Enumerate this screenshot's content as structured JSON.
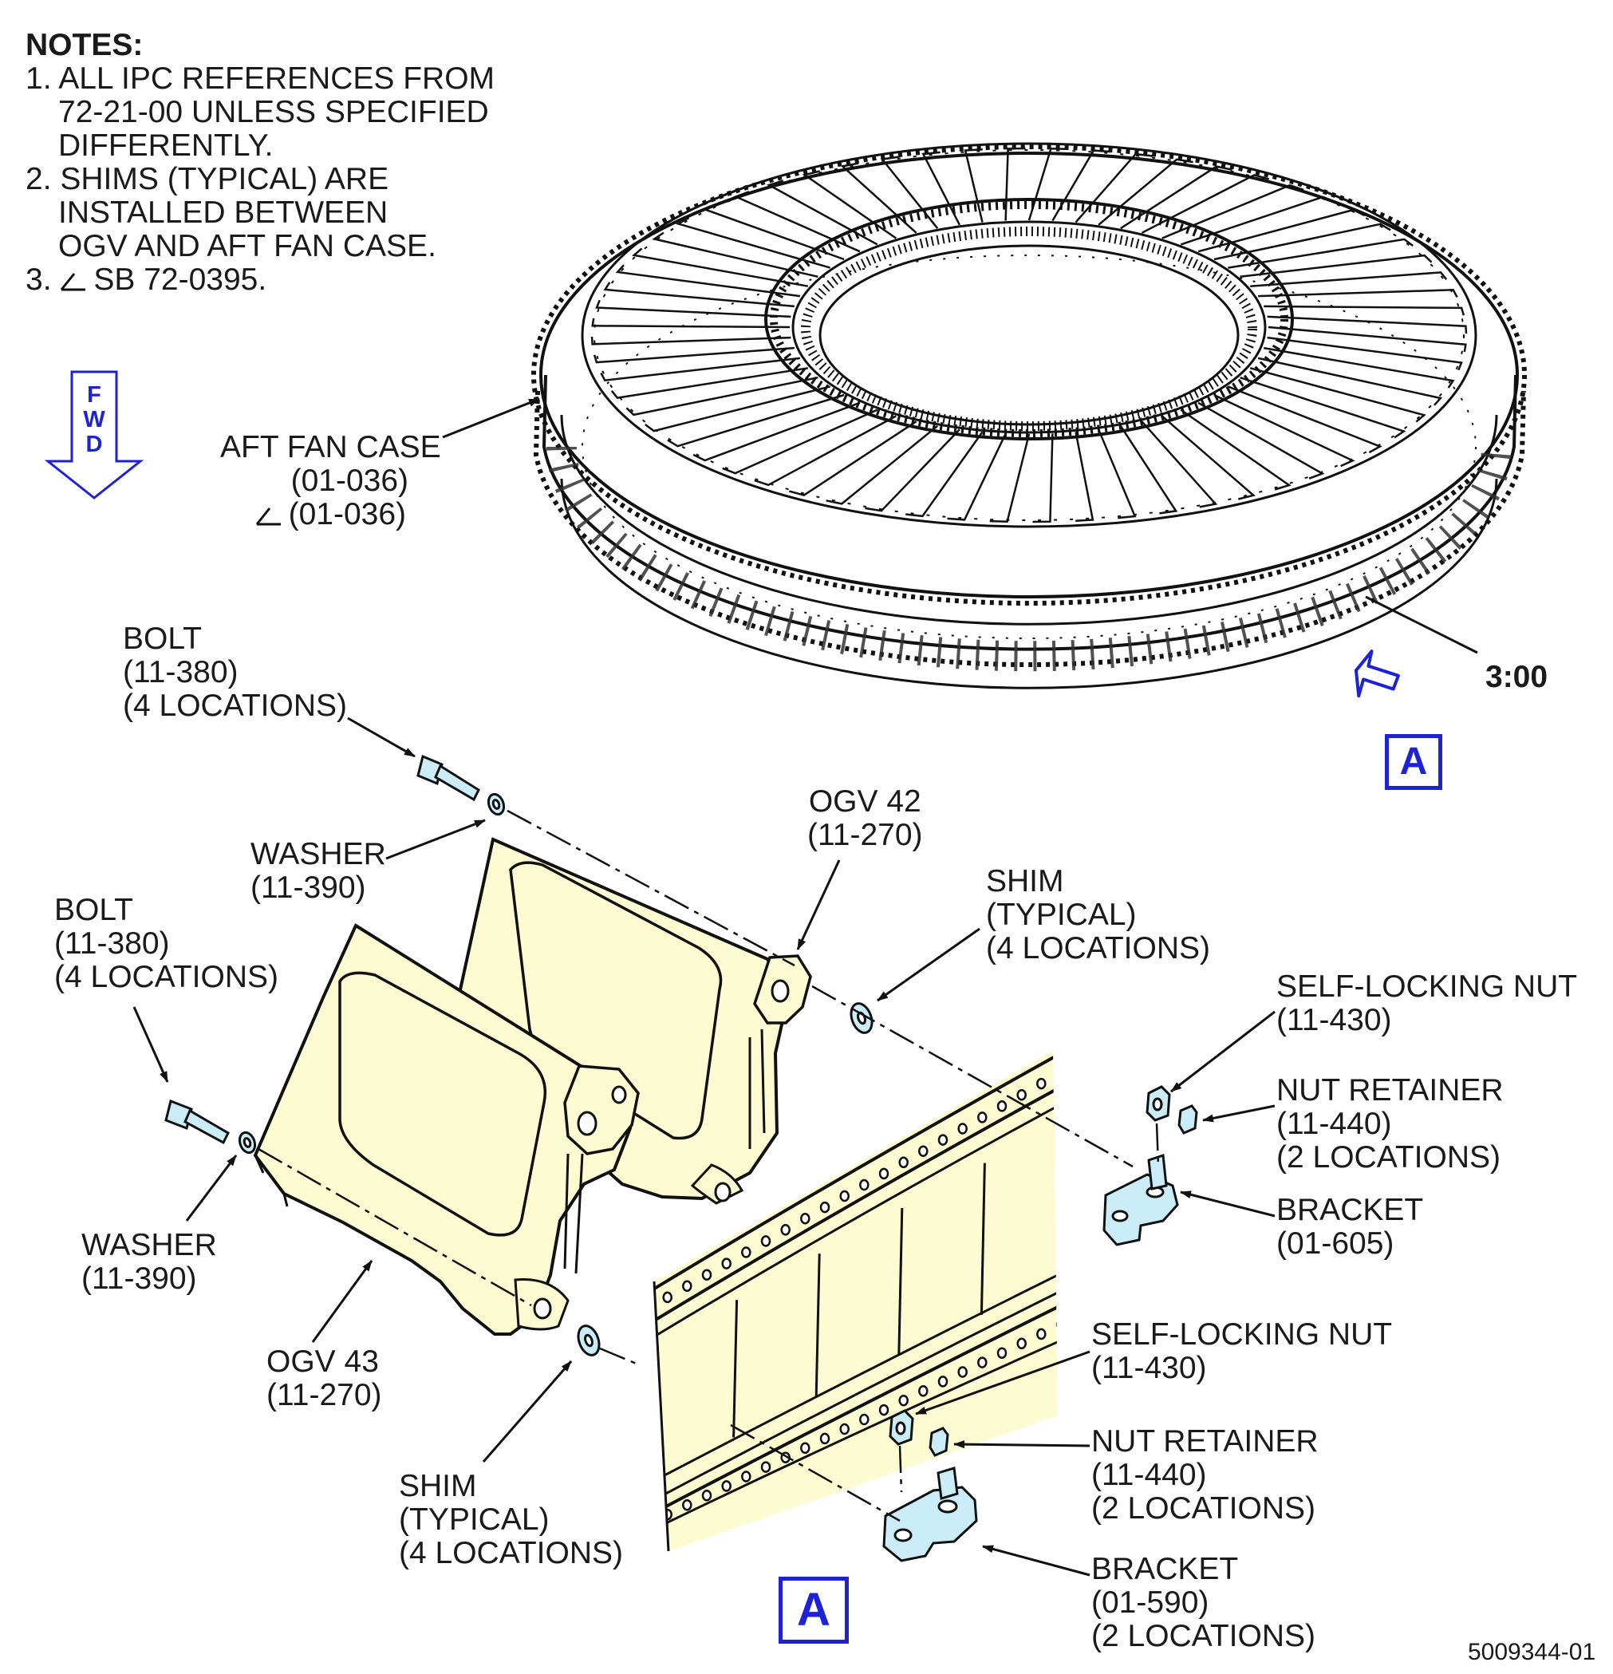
{
  "notes": {
    "title": "NOTES:",
    "n1_a": "1. ALL IPC REFERENCES FROM",
    "n1_b": "72-21-00 UNLESS SPECIFIED",
    "n1_c": "DIFFERENTLY.",
    "n2_a": "2. SHIMS (TYPICAL) ARE",
    "n2_b": "INSTALLED BETWEEN",
    "n2_c": "OGV AND AFT FAN CASE.",
    "n3_num": "3.",
    "n3_text": "SB 72-0395."
  },
  "fwd": {
    "l1": "F",
    "l2": "W",
    "l3": "D"
  },
  "labels": {
    "aft_fan_case": {
      "name": "AFT FAN CASE",
      "ref": "(01-036)",
      "ref_sb": "(01-036)"
    },
    "clock": "3:00",
    "view_top": "A",
    "view_bottom": "A",
    "bolt_top": {
      "name": "BOLT",
      "ref": "(11-380)",
      "qty": "(4 LOCATIONS)"
    },
    "washer_top": {
      "name": "WASHER",
      "ref": "(11-390)"
    },
    "ogv42": {
      "name": "OGV 42",
      "ref": "(11-270)"
    },
    "shim_top": {
      "name": "SHIM",
      "typ": "(TYPICAL)",
      "qty": "(4 LOCATIONS)"
    },
    "bolt_left": {
      "name": "BOLT",
      "ref": "(11-380)",
      "qty": "(4 LOCATIONS)"
    },
    "washer_left": {
      "name": "WASHER",
      "ref": "(11-390)"
    },
    "ogv43": {
      "name": "OGV 43",
      "ref": "(11-270)"
    },
    "shim_bottom": {
      "name": "SHIM",
      "typ": "(TYPICAL)",
      "qty": "(4 LOCATIONS)"
    },
    "nut_top": {
      "name": "SELF-LOCKING NUT",
      "ref": "(11-430)"
    },
    "retainer_top": {
      "name": "NUT RETAINER",
      "ref": "(11-440)",
      "qty": "(2  LOCATIONS)"
    },
    "bracket_top": {
      "name": "BRACKET",
      "ref": "(01-605)"
    },
    "nut_bottom": {
      "name": "SELF-LOCKING NUT",
      "ref": "(11-430)"
    },
    "retainer_bottom": {
      "name": "NUT RETAINER",
      "ref": "(11-440)",
      "qty": "(2  LOCATIONS)"
    },
    "bracket_bottom": {
      "name": "BRACKET",
      "ref": "(01-590)",
      "qty": "(2 LOCATIONS)"
    }
  },
  "figure_number": "5009344-01",
  "colors": {
    "part_fill": "#fdfbd2",
    "highlight_blue": "#1e22d6",
    "hardware_fill": "#c9ecf6",
    "line": "#111111"
  }
}
